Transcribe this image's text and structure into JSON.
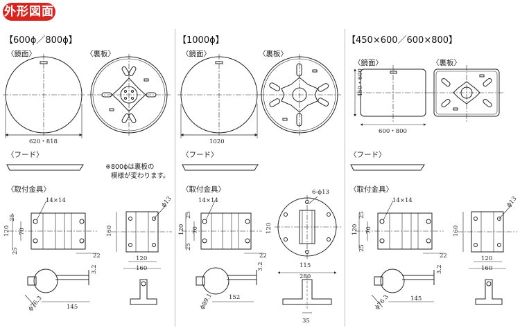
{
  "badge": "外形図面",
  "col1": {
    "title": "【600ϕ／800ϕ】",
    "mirror": "〈鏡面〉",
    "back": "〈裏板〉",
    "hood": "〈フード〉",
    "bracket": "〈取付金具〉",
    "note1": "※800ϕは裏板の",
    "note2": "模様が変わります。",
    "dims": {
      "width": "620・818",
      "sq": "14×14",
      "d25a": "25",
      "d70": "70",
      "d120": "120",
      "d25b": "25",
      "d22": "22",
      "d32": "3.2",
      "d145": "145",
      "pipe": "ϕ76.3",
      "d160v": "160",
      "d120b": "120",
      "d160b": "160",
      "hole": "ϕ13"
    }
  },
  "col2": {
    "title": "【1000ϕ】",
    "mirror": "〈鏡面〉",
    "back": "〈裏板〉",
    "hood": "〈フード〉",
    "bracket": "〈取付金具〉",
    "dims": {
      "width": "1020",
      "sq": "14×14",
      "d25a": "25",
      "d70": "70",
      "d120": "120",
      "d25b": "25",
      "d22": "22",
      "d32": "3.2",
      "d152": "152",
      "pipe": "ϕ89.1",
      "holes": "6-ϕ13",
      "d115": "115",
      "d280": "280",
      "d120v": "120",
      "d35": "35"
    }
  },
  "col3": {
    "title": "【450×600／600×800】",
    "mirror": "〈鏡面〉",
    "back": "〈裏板〉",
    "hood": "〈フード〉",
    "bracket": "〈取付金具〉",
    "dims": {
      "width": "600・800",
      "height": "450・600",
      "sq": "14×14",
      "d25a": "25",
      "d70": "70",
      "d120": "120",
      "d25b": "25",
      "d22": "22",
      "d32": "3.2",
      "d145": "145",
      "pipe": "ϕ76.3",
      "d160v": "160",
      "d120b": "120",
      "d160b": "160",
      "hole": "ϕ13"
    }
  }
}
